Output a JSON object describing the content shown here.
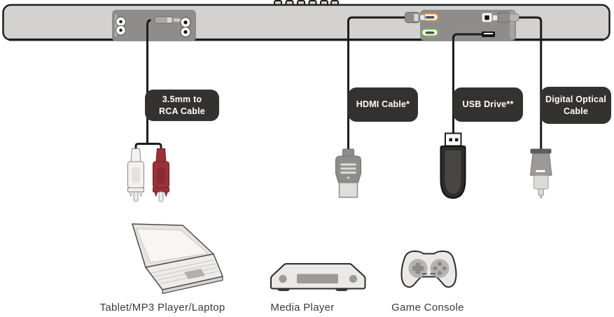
{
  "callouts": {
    "rca": {
      "line1": "3.5mm to",
      "line2": "RCA Cable"
    },
    "hdmi": {
      "line1": "HDMI Cable*"
    },
    "usb": {
      "line1": "USB Drive**"
    },
    "optical": {
      "line1": "Digital Optical",
      "line2": "Cable"
    }
  },
  "captions": {
    "laptop": "Tablet/MP3 Player/Laptop",
    "media_player": "Media Player",
    "game_console": "Game Console"
  },
  "colors": {
    "label_bg": "#333231",
    "label_text": "#ffffff",
    "soundbar_gray": "#d3d2d0",
    "panel_gray": "#8e8d8c",
    "cable_black": "#1c1c1c",
    "rca_red": "#9d3039",
    "hdmi_orange": "#e0913c",
    "hdmi_green": "#76b944"
  }
}
